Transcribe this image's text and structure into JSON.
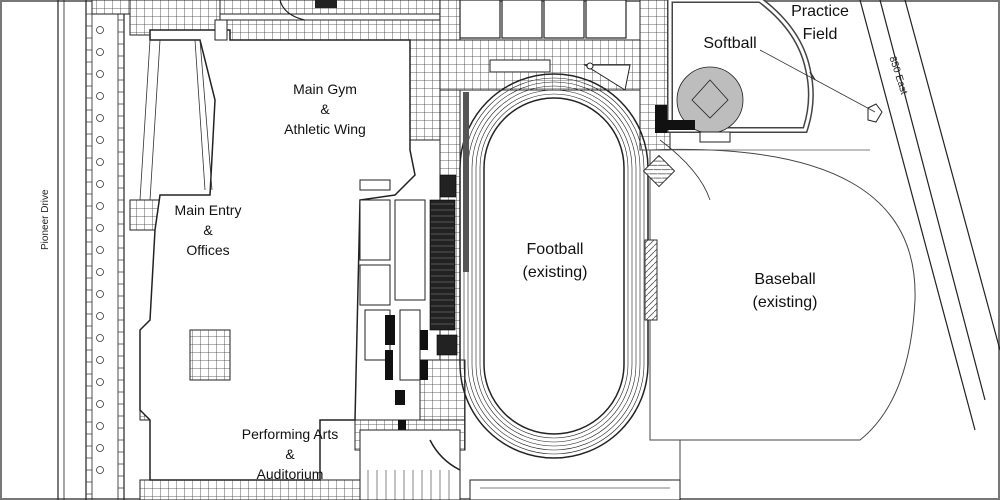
{
  "map": {
    "labels": {
      "practice_field": {
        "line1": "Practice",
        "line2": "Field"
      },
      "softball": {
        "line1": "Softball"
      },
      "main_gym": {
        "line1": "Main Gym",
        "line2": "&",
        "line3": "Athletic Wing"
      },
      "main_entry": {
        "line1": "Main Entry",
        "line2": "&",
        "line3": "Offices"
      },
      "football": {
        "line1": "Football",
        "line2": "(existing)"
      },
      "baseball": {
        "line1": "Baseball",
        "line2": "(existing)"
      },
      "performing_arts": {
        "line1": "Performing Arts",
        "line2": "&",
        "line3": "Auditorium"
      }
    },
    "streets": {
      "pioneer_drive": "Pioneer Drive",
      "east_850": "850 East"
    }
  }
}
